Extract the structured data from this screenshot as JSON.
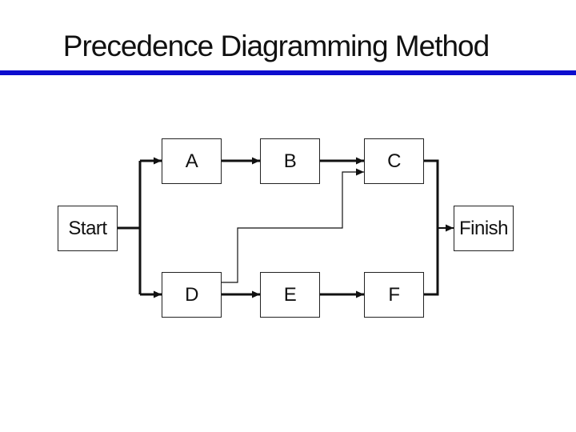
{
  "slide": {
    "title": "Precedence Diagramming Method",
    "accent_color": "#0d0dce",
    "background_color": "#ffffff",
    "line_color": "#111111"
  },
  "diagram": {
    "nodes": [
      {
        "id": "start",
        "label": "Start"
      },
      {
        "id": "a",
        "label": "A"
      },
      {
        "id": "b",
        "label": "B"
      },
      {
        "id": "c",
        "label": "C"
      },
      {
        "id": "d",
        "label": "D"
      },
      {
        "id": "e",
        "label": "E"
      },
      {
        "id": "f",
        "label": "F"
      },
      {
        "id": "finish",
        "label": "Finish"
      }
    ],
    "edges": [
      {
        "from": "Start",
        "to": "A"
      },
      {
        "from": "Start",
        "to": "D"
      },
      {
        "from": "A",
        "to": "B"
      },
      {
        "from": "B",
        "to": "C"
      },
      {
        "from": "D",
        "to": "C"
      },
      {
        "from": "D",
        "to": "E"
      },
      {
        "from": "E",
        "to": "F"
      },
      {
        "from": "C",
        "to": "Finish"
      },
      {
        "from": "F",
        "to": "Finish"
      }
    ]
  }
}
